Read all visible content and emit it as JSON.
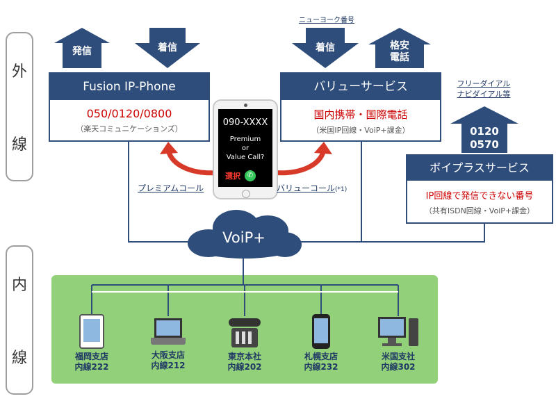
{
  "side_labels": {
    "outer": [
      "外",
      "線"
    ],
    "inner": [
      "内",
      "線"
    ]
  },
  "arrows": {
    "fusion_out": "発信",
    "fusion_in": "着信",
    "value_in": "着信",
    "value_cheap": "格安\n電話",
    "voiplus_numbers": "0120\n0570"
  },
  "notes": {
    "newyork": "ニューヨーク番号",
    "freedial": "フリーダイアル\nナビダイアル等"
  },
  "fusion": {
    "title": "Fusion IP-Phone",
    "numbers": "050/0120/0800",
    "provider": "（楽天コミュニケーションズ）"
  },
  "value": {
    "title": "バリューサービス",
    "main": "国内携帯・国際電話",
    "sub": "（米国IP回線・VoiP+課金）"
  },
  "voiplus_service": {
    "title": "ボイプラスサービス",
    "main": "IP回線で発信できない番号",
    "sub": "（共有ISDN回線・VoiP+課金）"
  },
  "phone": {
    "number": "090-XXXX",
    "prompt": "Premium\nor\nValue Call?",
    "select": "選択"
  },
  "call_labels": {
    "premium": "プレミアムコール",
    "value": "バリューコール",
    "value_note": "(*1)"
  },
  "cloud": {
    "label": "VoiP+"
  },
  "branches": [
    {
      "name": "福岡支店",
      "ext": "内線222",
      "icon": "tablet-icon"
    },
    {
      "name": "大阪支店",
      "ext": "内線212",
      "icon": "laptop-icon"
    },
    {
      "name": "東京本社",
      "ext": "内線202",
      "icon": "desk-phone-icon"
    },
    {
      "name": "札幌支店",
      "ext": "内線232",
      "icon": "smartphone-icon"
    },
    {
      "name": "米国支社",
      "ext": "内線302",
      "icon": "desktop-pc-icon"
    }
  ],
  "colors": {
    "navy": "#2e4d7b",
    "red": "#cc0000",
    "green_panel": "#92d07a",
    "cloud": "#2e4d7b"
  }
}
